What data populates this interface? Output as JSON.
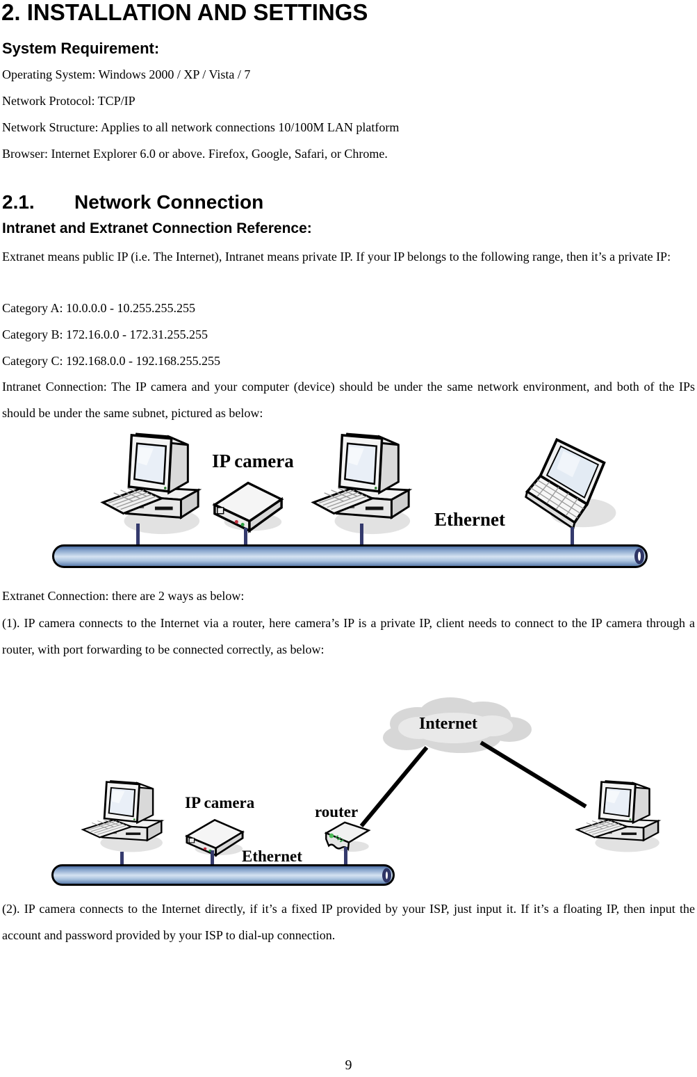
{
  "title": "2. INSTALLATION AND SETTINGS",
  "system_requirement": {
    "heading": "System Requirement:",
    "lines": [
      "Operating System: Windows 2000 / XP / Vista / 7",
      "Network Protocol: TCP/IP",
      "Network Structure: Applies to all network connections 10/100M LAN platform",
      "Browser: Internet Explorer 6.0 or above. Firefox, Google, Safari, or Chrome."
    ]
  },
  "section": {
    "number": "2.1.",
    "title": "Network Connection",
    "subheading": "Intranet and Extranet Connection Reference:",
    "intro": "Extranet means public IP (i.e. The Internet), Intranet means private IP. If your IP belongs to the following range, then it’s a private IP:",
    "categories": [
      "Category A: 10.0.0.0 - 10.255.255.255",
      "Category B: 172.16.0.0 - 172.31.255.255",
      "Category C: 192.168.0.0 - 192.168.255.255"
    ],
    "intranet": "Intranet Connection: The IP camera and your computer (device) should be under the same network environment, and both of the IPs should be under the same subnet, pictured as below:",
    "extranet": "Extranet Connection: there are 2 ways as below:",
    "way1": "(1). IP camera connects to the Internet via a router, here camera’s IP is a private IP, client needs to connect to the IP camera through a router, with port forwarding to be connected correctly, as below:",
    "way2": "(2). IP camera connects to the Internet directly, if it’s a fixed IP provided by your ISP, just input it. If it’s a floating IP, then input the account and password provided by your ISP to dial-up connection."
  },
  "diagram_intranet": {
    "ip_camera": "IP camera",
    "ethernet": "Ethernet"
  },
  "diagram_extranet": {
    "internet": "Internet",
    "ip_camera": "IP camera",
    "router": "router",
    "ethernet": "Ethernet"
  },
  "page": {
    "number": "9"
  },
  "colors": {
    "pipe_fill": "#a9c2de",
    "pipe_highlight": "#d5e3f2",
    "pipe_dark": "#4e6fa5",
    "connector_navy": "#343a6d",
    "link_line": "#000000",
    "cloud_gray": "#d7d7d7"
  }
}
